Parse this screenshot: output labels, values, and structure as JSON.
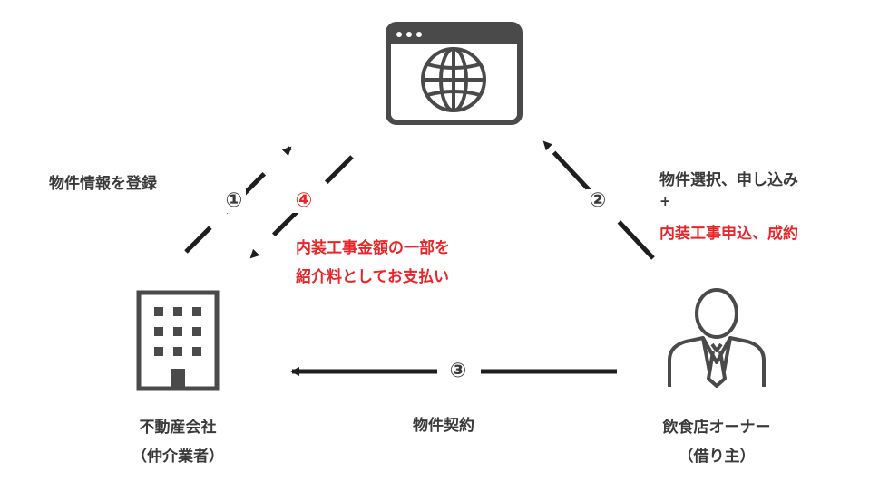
{
  "colors": {
    "icon": "#4a4a4a",
    "arrow": "#1e1e1e",
    "accent_red": "#e8262a",
    "text": "#3a3a3a"
  },
  "nodes": {
    "website": {
      "icon": "browser-globe-icon"
    },
    "agency": {
      "icon": "office-building-icon",
      "line1": "不動産会社",
      "line2": "（仲介業者）"
    },
    "owner": {
      "icon": "businessman-icon",
      "line1": "飲食店オーナー",
      "line2": "（借り主）"
    }
  },
  "steps": {
    "step1": {
      "num": "①",
      "label": "物件情報を登録"
    },
    "step2": {
      "num": "②",
      "label_line1": "物件選択、申し込み",
      "plus": "+",
      "label_line2": "内装工事申込、成約"
    },
    "step3": {
      "num": "③",
      "label": "物件契約"
    },
    "step4": {
      "num": "④",
      "label_line1": "内装工事金額の一部を",
      "label_line2": "紹介料としてお支払い"
    }
  }
}
